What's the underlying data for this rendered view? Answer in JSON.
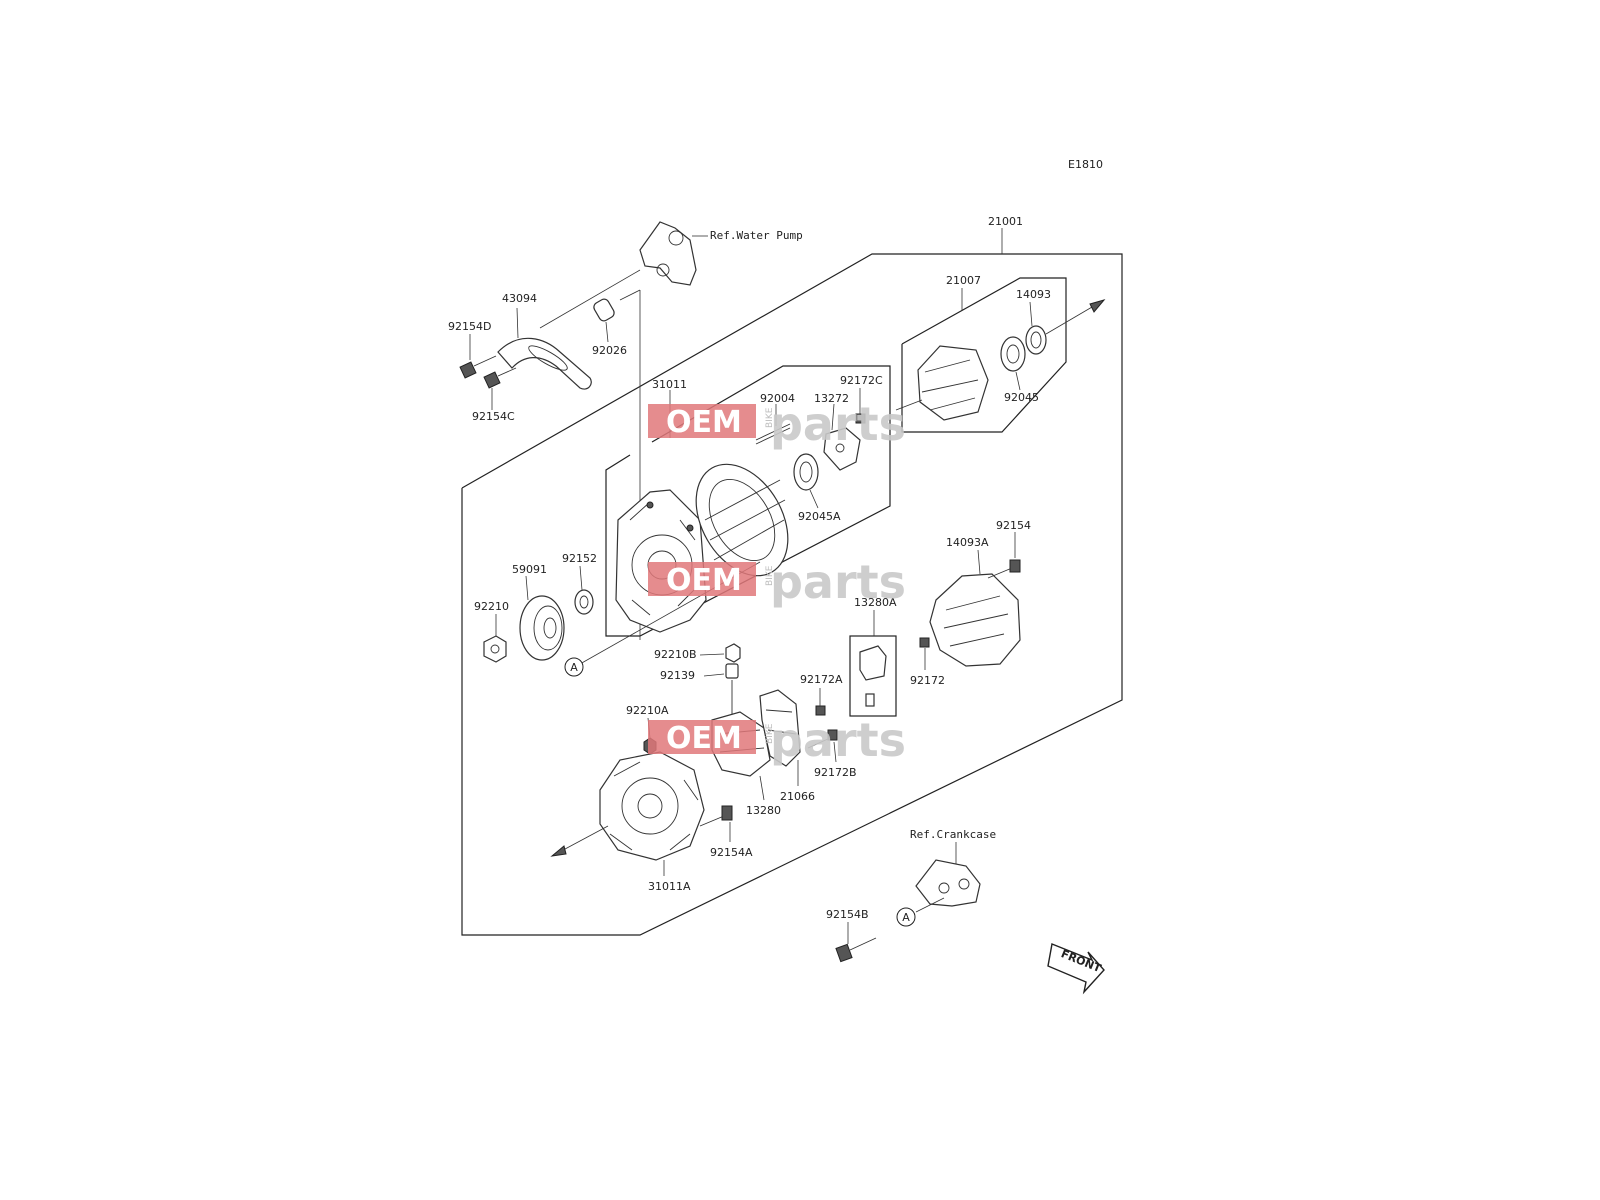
{
  "diagram_code": "E1810",
  "refs": {
    "water_pump": "Ref.Water Pump",
    "crankcase": "Ref.Crankcase"
  },
  "callouts": {
    "c21001": "21001",
    "c21007": "21007",
    "c14093": "14093",
    "c92045": "92045",
    "c43094": "43094",
    "c92154D": "92154D",
    "c92026": "92026",
    "c92154C": "92154C",
    "c31011": "31011",
    "c92004": "92004",
    "c92172C": "92172C",
    "c13272": "13272",
    "c92045A": "92045A",
    "c59091": "59091",
    "c92152": "92152",
    "c92210": "92210",
    "c14093A": "14093A",
    "c92154": "92154",
    "c13280A": "13280A",
    "c92172": "92172",
    "c92210B": "92210B",
    "c92139": "92139",
    "c92172A": "92172A",
    "c92210A": "92210A",
    "c92172B": "92172B",
    "c21066": "21066",
    "c13280": "13280",
    "c92154A": "92154A",
    "c31011A": "31011A",
    "c92154B": "92154B"
  },
  "markers": {
    "a": "A"
  },
  "front_label": "FRONT",
  "watermark": {
    "oem": "OEM",
    "parts": "parts",
    "bike": "BIKE"
  }
}
